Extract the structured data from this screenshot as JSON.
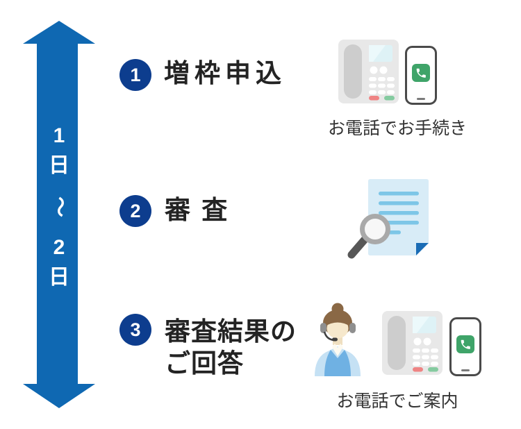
{
  "diagram_title": "",
  "timeline": {
    "label_text": "1日～2日",
    "chars": [
      "1",
      "日",
      "～",
      "2",
      "日"
    ],
    "arrow_color": "#0f68b2",
    "text_color": "#ffffff"
  },
  "steps": [
    {
      "number": "1",
      "title": "増枠申込",
      "caption": "お電話でお手続き",
      "icons": [
        "desk-phone-icon",
        "smartphone-call-icon"
      ]
    },
    {
      "number": "2",
      "title": "審 査",
      "caption": "",
      "icons": [
        "document-magnifier-icon"
      ]
    },
    {
      "number": "3",
      "title_line1": "審査結果の",
      "title_line2": "ご回答",
      "caption": "お電話でご案内",
      "icons": [
        "operator-icon",
        "desk-phone-icon",
        "smartphone-call-icon"
      ]
    }
  ],
  "colors": {
    "arrow_blue": "#0f68b2",
    "badge_navy": "#0d3d8e",
    "title_text": "#232323",
    "caption_text": "#333333",
    "phone_body_gray": "#e8e8e8",
    "phone_handset_gray": "#cdcdcd",
    "phone_display_cyan": "#def2f6",
    "phone_button_red": "#ef8484",
    "phone_button_green": "#85cba0",
    "smartphone_border": "#4a4a4a",
    "call_app_green": "#3fa469",
    "paper_blue": "#d8ecf7",
    "paper_line_blue": "#7dc6e7",
    "paper_fold_blue": "#1a6cb5",
    "magnifier_ring": "#a9a9a9",
    "magnifier_handle": "#575757",
    "operator_hair": "#8a6845",
    "operator_skin": "#f6e8cc",
    "operator_vest": "#6fb1e3",
    "operator_shoulders": "#c5e1f4"
  }
}
